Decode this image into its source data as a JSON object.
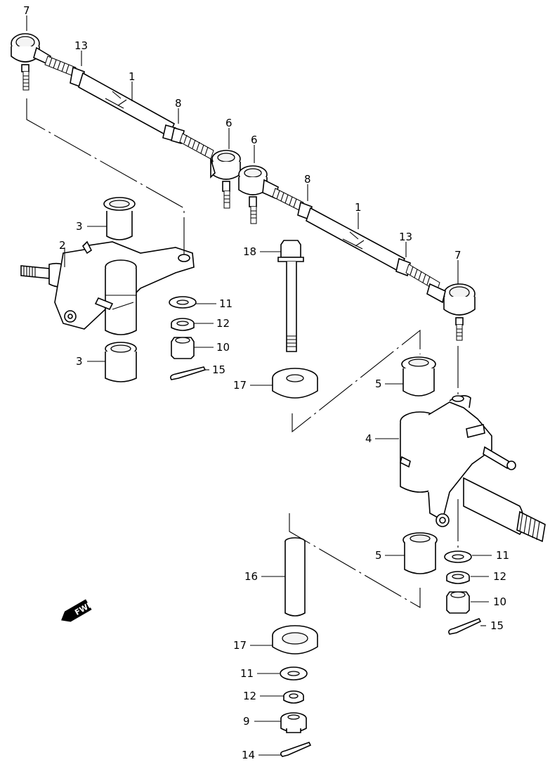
{
  "colors": {
    "line": "#000000",
    "background": "#ffffff"
  },
  "direction_badge": {
    "text": "FWD",
    "icon": "fwd-arrow-icon"
  },
  "callouts": [
    {
      "id": "c7a",
      "label": "7"
    },
    {
      "id": "c13a",
      "label": "13"
    },
    {
      "id": "c1a",
      "label": "1"
    },
    {
      "id": "c8a",
      "label": "8"
    },
    {
      "id": "c6a",
      "label": "6"
    },
    {
      "id": "c6b",
      "label": "6"
    },
    {
      "id": "c8b",
      "label": "8"
    },
    {
      "id": "c1b",
      "label": "1"
    },
    {
      "id": "c13b",
      "label": "13"
    },
    {
      "id": "c7b",
      "label": "7"
    },
    {
      "id": "c3a",
      "label": "3"
    },
    {
      "id": "c2",
      "label": "2"
    },
    {
      "id": "c11a",
      "label": "11"
    },
    {
      "id": "c12a",
      "label": "12"
    },
    {
      "id": "c10a",
      "label": "10"
    },
    {
      "id": "c3b",
      "label": "3"
    },
    {
      "id": "c15a",
      "label": "15"
    },
    {
      "id": "c18",
      "label": "18"
    },
    {
      "id": "c17a",
      "label": "17"
    },
    {
      "id": "c5a",
      "label": "5"
    },
    {
      "id": "c4",
      "label": "4"
    },
    {
      "id": "c5b",
      "label": "5"
    },
    {
      "id": "c11b",
      "label": "11"
    },
    {
      "id": "c12b",
      "label": "12"
    },
    {
      "id": "c10b",
      "label": "10"
    },
    {
      "id": "c15b",
      "label": "15"
    },
    {
      "id": "c16",
      "label": "16"
    },
    {
      "id": "c17b",
      "label": "17"
    },
    {
      "id": "c11c",
      "label": "11"
    },
    {
      "id": "c12c",
      "label": "12"
    },
    {
      "id": "c9",
      "label": "9"
    },
    {
      "id": "c14",
      "label": "14"
    }
  ]
}
